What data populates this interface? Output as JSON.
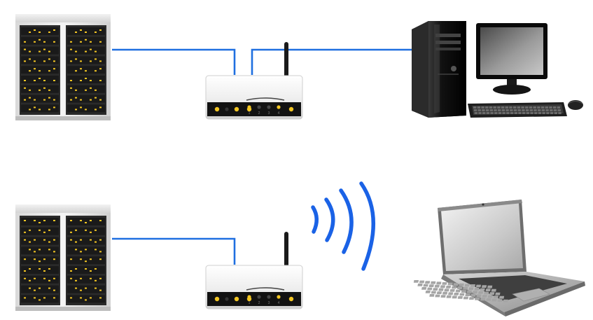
{
  "colors": {
    "cable": "#1f6fe0",
    "wifi": "#1a62e6",
    "led": "#f3c623",
    "background": "#ffffff"
  },
  "rows": [
    {
      "connection": "wired",
      "devices": [
        "server-rack-icon",
        "router-icon",
        "desktop-computer-icon"
      ]
    },
    {
      "connection": "wireless",
      "devices": [
        "server-rack-icon",
        "router-icon",
        "laptop-icon"
      ]
    }
  ],
  "router": {
    "port_labels": [
      "1",
      "2",
      "3",
      "4"
    ]
  }
}
